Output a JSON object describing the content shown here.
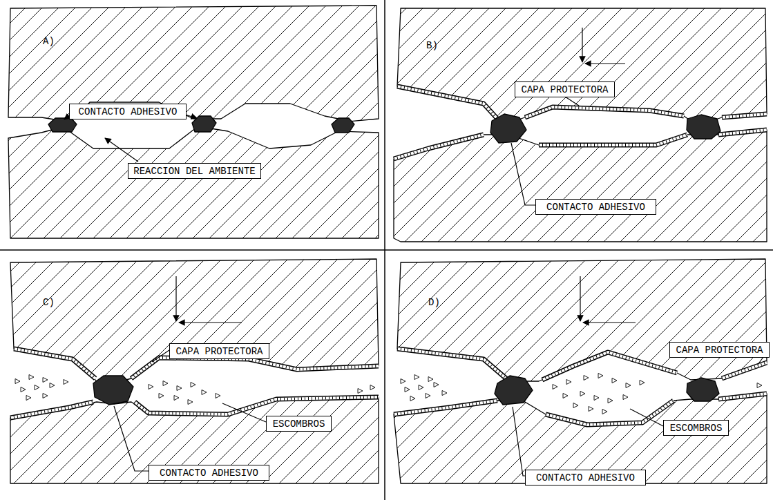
{
  "diagram": {
    "nodes": [
      {
        "text": [
          "CONTACTO ADHESIVO"
        ]
      },
      {
        "text": [
          "REACCION DEL AMBIENTE"
        ]
      },
      {
        "text": [
          "CAPA PROTECTORA"
        ]
      },
      {
        "text": [
          "CONTACTO ADHESIVO"
        ]
      },
      {
        "text": [
          "CAPA PROTECTORA"
        ]
      },
      {
        "text": [
          "ESCOMBROS"
        ]
      },
      {
        "text": [
          "CONTACTO ADHESIVO"
        ]
      },
      {
        "text": [
          "CAPA PROTECTORA"
        ]
      },
      {
        "text": [
          "ESCOMBROS"
        ]
      },
      {
        "text": [
          "CONTACTO ADHESIVO"
        ]
      }
    ],
    "labels": [
      "A)",
      "B)",
      "C)",
      "D)"
    ]
  }
}
